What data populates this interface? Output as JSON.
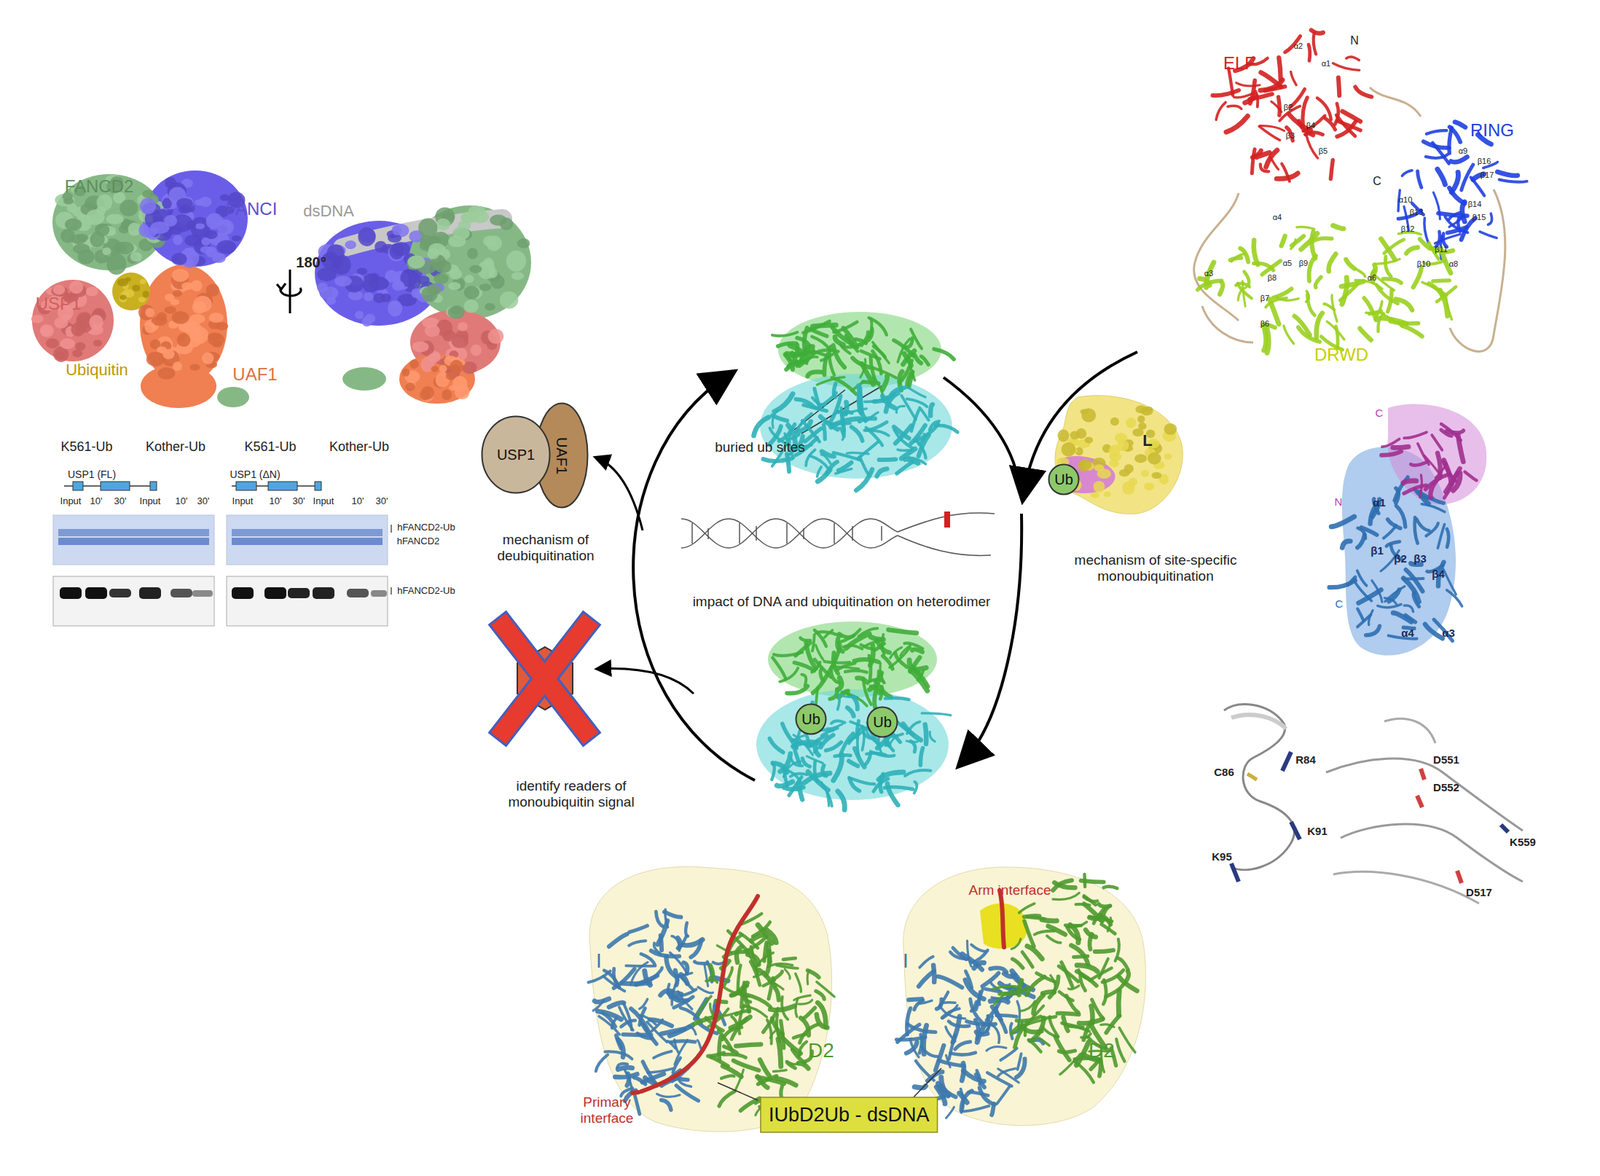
{
  "diagram": {
    "nodes": [
      {
        "text": [
          "USP1"
        ]
      },
      {
        "text": [
          "UAF1"
        ]
      },
      {
        "text": [
          "Ub"
        ]
      },
      {
        "text": [
          "Ub"
        ]
      },
      {
        "text": [
          "Ub"
        ]
      },
      {
        "text": [
          "IUbD2Ub - dsDNA"
        ]
      }
    ],
    "labels": [
      "FANCD2",
      "FANCI",
      "dsDNA",
      "180°",
      "USP1",
      "Ubiquitin",
      "UAF1",
      "K561-Ub",
      "Kother-Ub",
      "K561-Ub",
      "Kother-Ub",
      "USP1 (FL)",
      "USP1 (ΔN)",
      "Input",
      "10'",
      "30'",
      "Input",
      "10'",
      "30'",
      "Input",
      "10'",
      "30'",
      "Input",
      "10'",
      "30'",
      "hFANCD2-Ub",
      "hFANCD2",
      "hFANCD2-Ub",
      "mechanism of deubiquitination",
      "buried ub sites",
      "impact of DNA and ubiquitination on heterodimer",
      "identify readers of monoubiquitin signal",
      "L",
      "mechanism of site-specific monoubiquitination",
      "ELF",
      "N",
      "RING",
      "C",
      "DRWD",
      "α1",
      "α2",
      "β2",
      "β4",
      "β3",
      "β5",
      "α4",
      "α3",
      "α5",
      "β9",
      "β8",
      "β7",
      "β6",
      "α6",
      "α10",
      "β13",
      "β12",
      "β11",
      "β10",
      "α8",
      "α9",
      "β16",
      "β17",
      "β14",
      "β15",
      "C",
      "N",
      "α1",
      "β1",
      "β2",
      "β3",
      "β4",
      "α4",
      "α3",
      "C",
      "R84",
      "C86",
      "K91",
      "K95",
      "D551",
      "D552",
      "K559",
      "D517",
      "I",
      "D2",
      "Primary interface",
      "I",
      "D2",
      "Arm interface"
    ]
  }
}
